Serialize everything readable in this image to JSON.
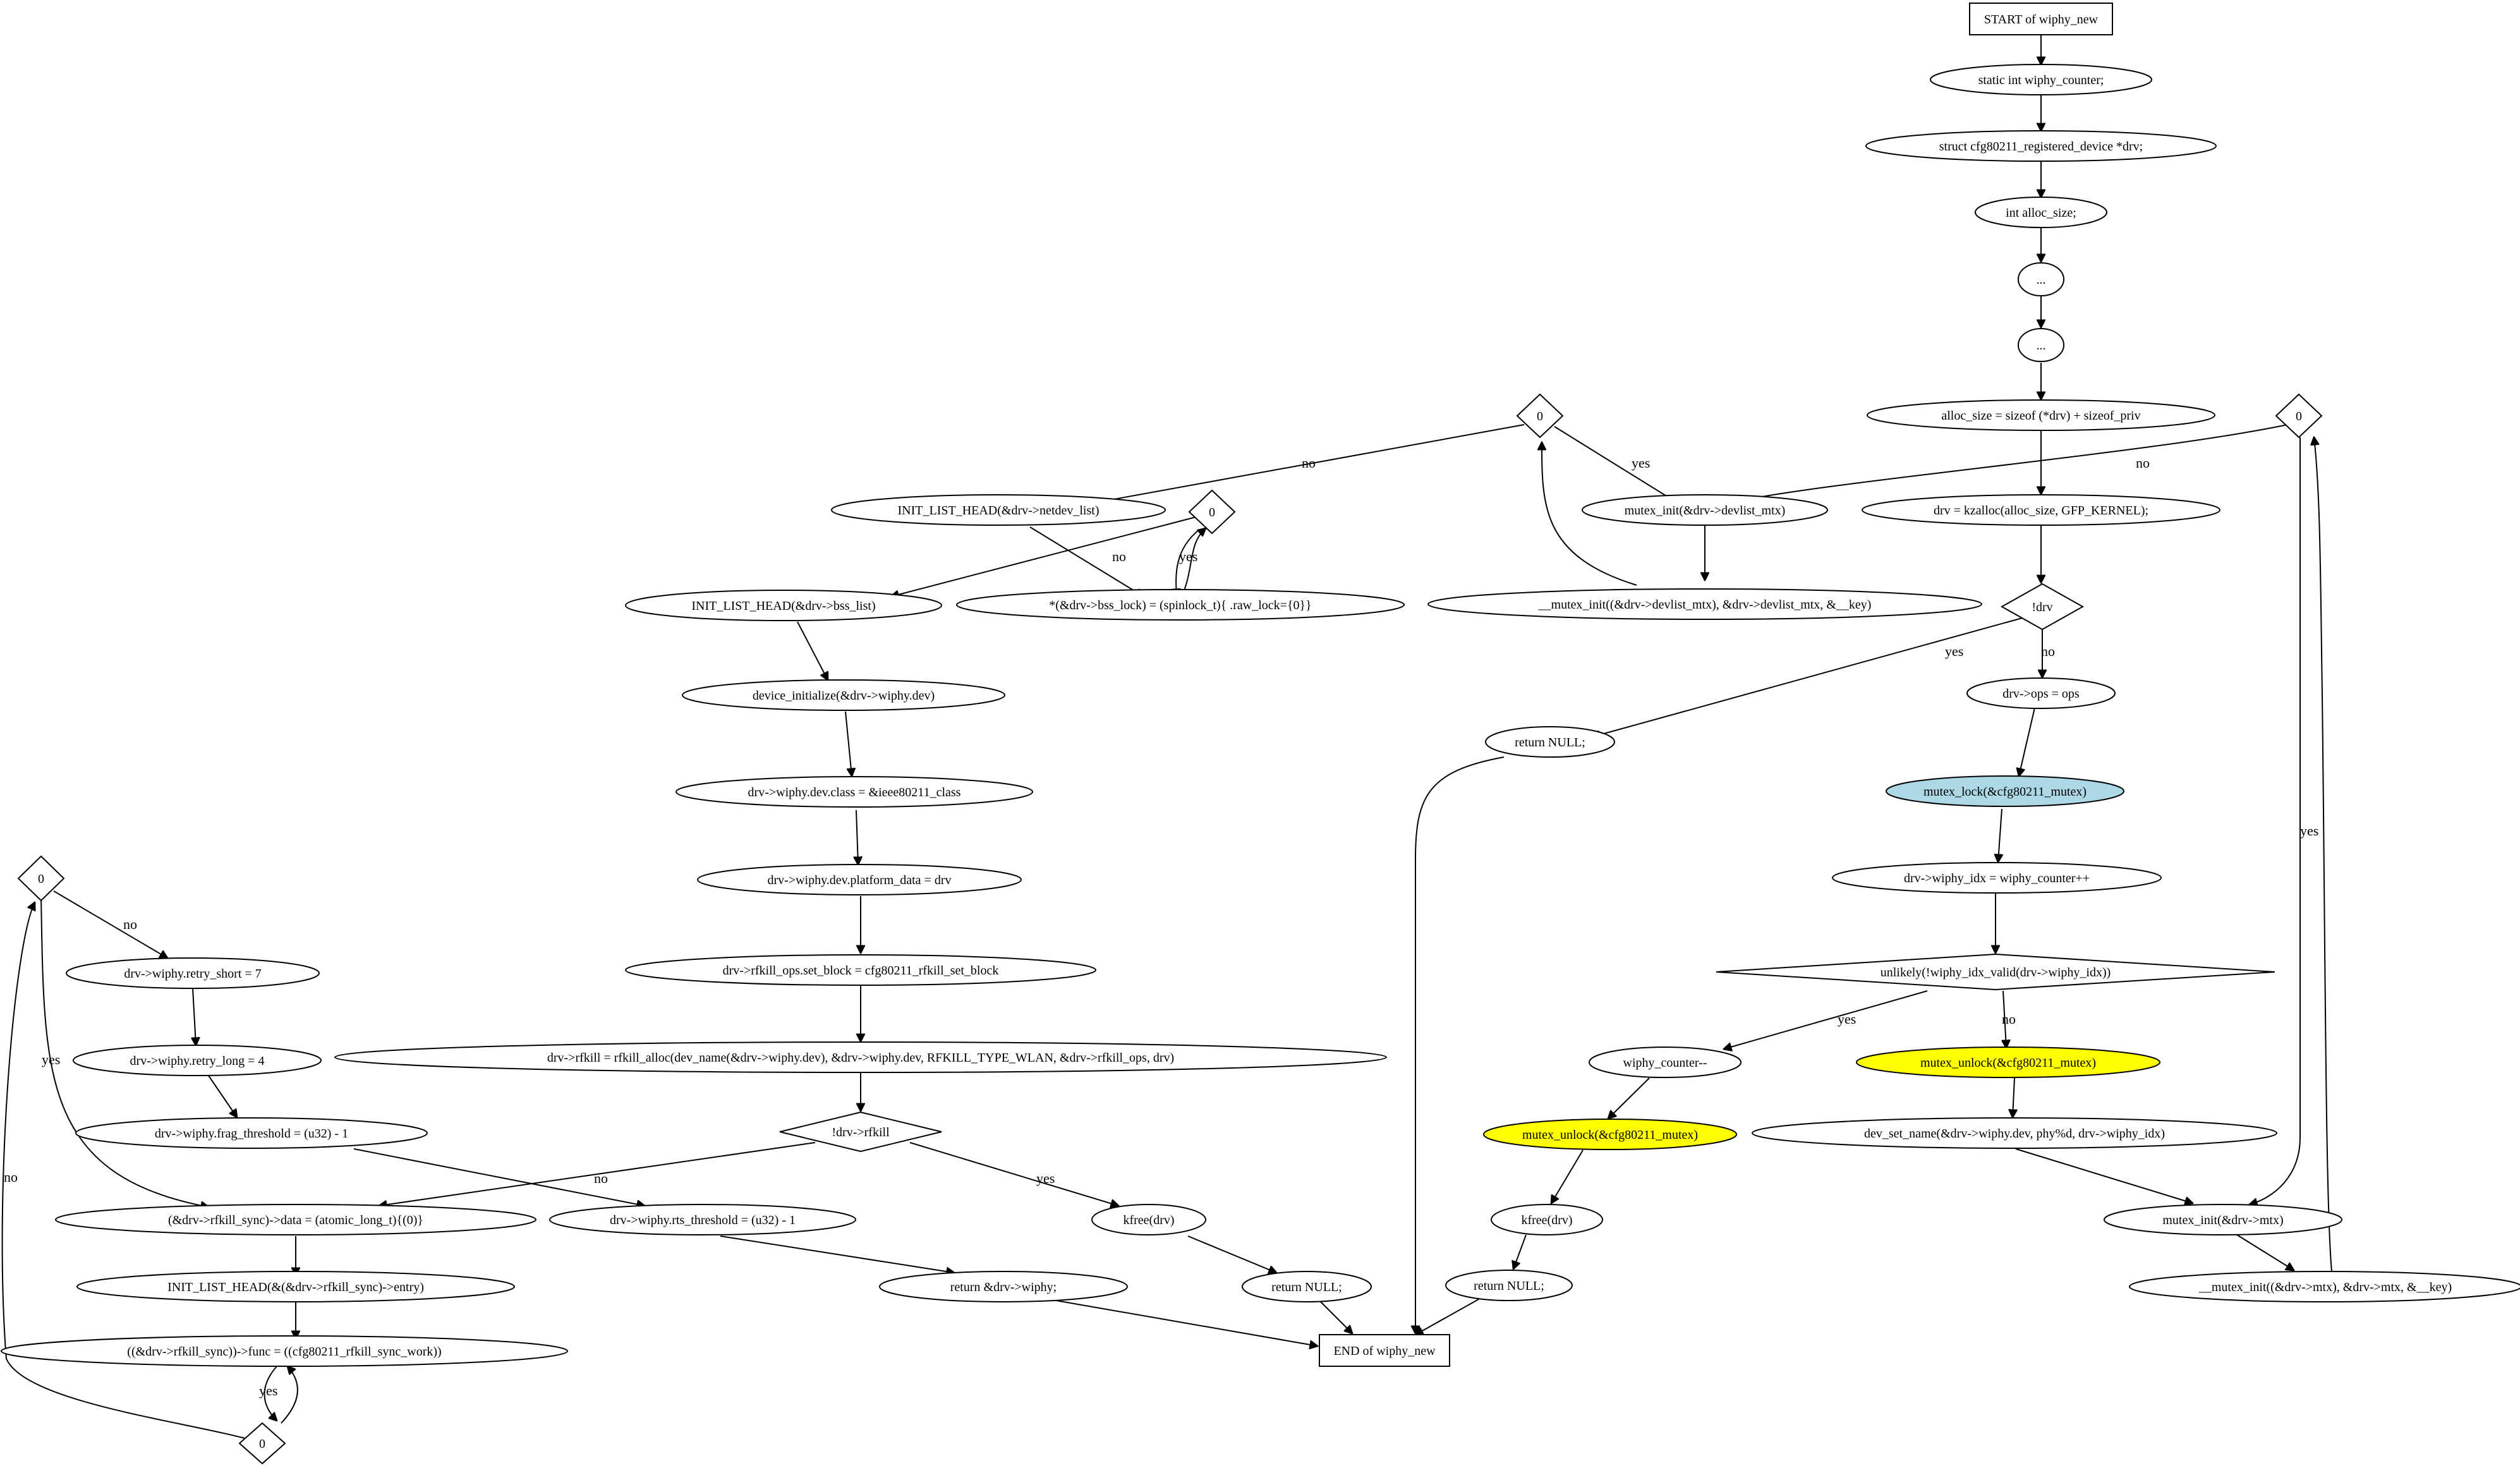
{
  "diagram": {
    "nodes": {
      "start": "START of wiphy_new",
      "end": "END of wiphy_new",
      "n_counter": "static int wiphy_counter;",
      "n_drvdecl": "struct cfg80211_registered_device *drv;",
      "n_allocdecl": "int alloc_size;",
      "n_dots1": "...",
      "n_dots2": "...",
      "n_allocsize": "alloc_size = sizeof (*drv) + sizeof_priv",
      "n_kzalloc": "drv = kzalloc(alloc_size, GFP_KERNEL);",
      "d_drv": "!drv",
      "n_retnull1": "return NULL;",
      "n_ops": "drv->ops = ops",
      "n_mlock": "mutex_lock(&cfg80211_mutex)",
      "n_idx": "drv->wiphy_idx = wiphy_counter++",
      "d_unlikely": "unlikely(!wiphy_idx_valid(drv->wiphy_idx))",
      "n_wcdec": "wiphy_counter--",
      "n_munlock1": "mutex_unlock(&cfg80211_mutex)",
      "n_kfree1": "kfree(drv)",
      "n_retnull2": "return NULL;",
      "n_munlock2": "mutex_unlock(&cfg80211_mutex)",
      "n_devsetname": "dev_set_name(&drv->wiphy.dev, phy%d, drv->wiphy_idx)",
      "n_mtxinit": "mutex_init(&drv->mtx)",
      "n_mtxinit2": "__mutex_init((&drv->mtx), &drv->mtx, &__key)",
      "d_zero_r": "0",
      "n_devlistinit": "mutex_init(&drv->devlist_mtx)",
      "n_devlistinit2": "__mutex_init((&drv->devlist_mtx), &drv->devlist_mtx, &__key)",
      "d_zero_m": "0",
      "n_netdevlist": "INIT_LIST_HEAD(&drv->netdev_list)",
      "d_zero_s": "0",
      "n_spinlock": "*(&drv->bss_lock) = (spinlock_t){ .raw_lock={0}}",
      "n_bsslist": "INIT_LIST_HEAD(&drv->bss_list)",
      "n_devinit": "device_initialize(&drv->wiphy.dev)",
      "n_devclass": "drv->wiphy.dev.class = &ieee80211_class",
      "n_platdata": "drv->wiphy.dev.platform_data = drv",
      "n_setblock": "drv->rfkill_ops.set_block = cfg80211_rfkill_set_block",
      "n_rfkillalloc": "drv->rfkill = rfkill_alloc(dev_name(&drv->wiphy.dev), &drv->wiphy.dev, RFKILL_TYPE_WLAN, &drv->rfkill_ops, drv)",
      "d_rfkill": "!drv->rfkill",
      "n_kfree2": "kfree(drv)",
      "n_retnull3": "return NULL;",
      "n_syncdata": "(&drv->rfkill_sync)->data = (atomic_long_t){(0)}",
      "n_synclist": "INIT_LIST_HEAD(&(&drv->rfkill_sync)->entry)",
      "n_syncfunc": "((&drv->rfkill_sync))->func = ((cfg80211_rfkill_sync_work))",
      "d_zero_b": "0",
      "d_zero_l": "0",
      "n_retry_short": "drv->wiphy.retry_short = 7",
      "n_retry_long": "drv->wiphy.retry_long = 4",
      "n_frag": "drv->wiphy.frag_threshold = (u32) - 1",
      "n_rts": "drv->wiphy.rts_threshold = (u32) - 1",
      "n_retwiphy": "return &drv->wiphy;"
    },
    "edge_labels": {
      "yes": "yes",
      "no": "no"
    },
    "colors": {
      "lock_fill": "#add8e6",
      "unlock_fill": "#ffff00",
      "stroke": "#000000",
      "background": "#ffffff"
    }
  }
}
